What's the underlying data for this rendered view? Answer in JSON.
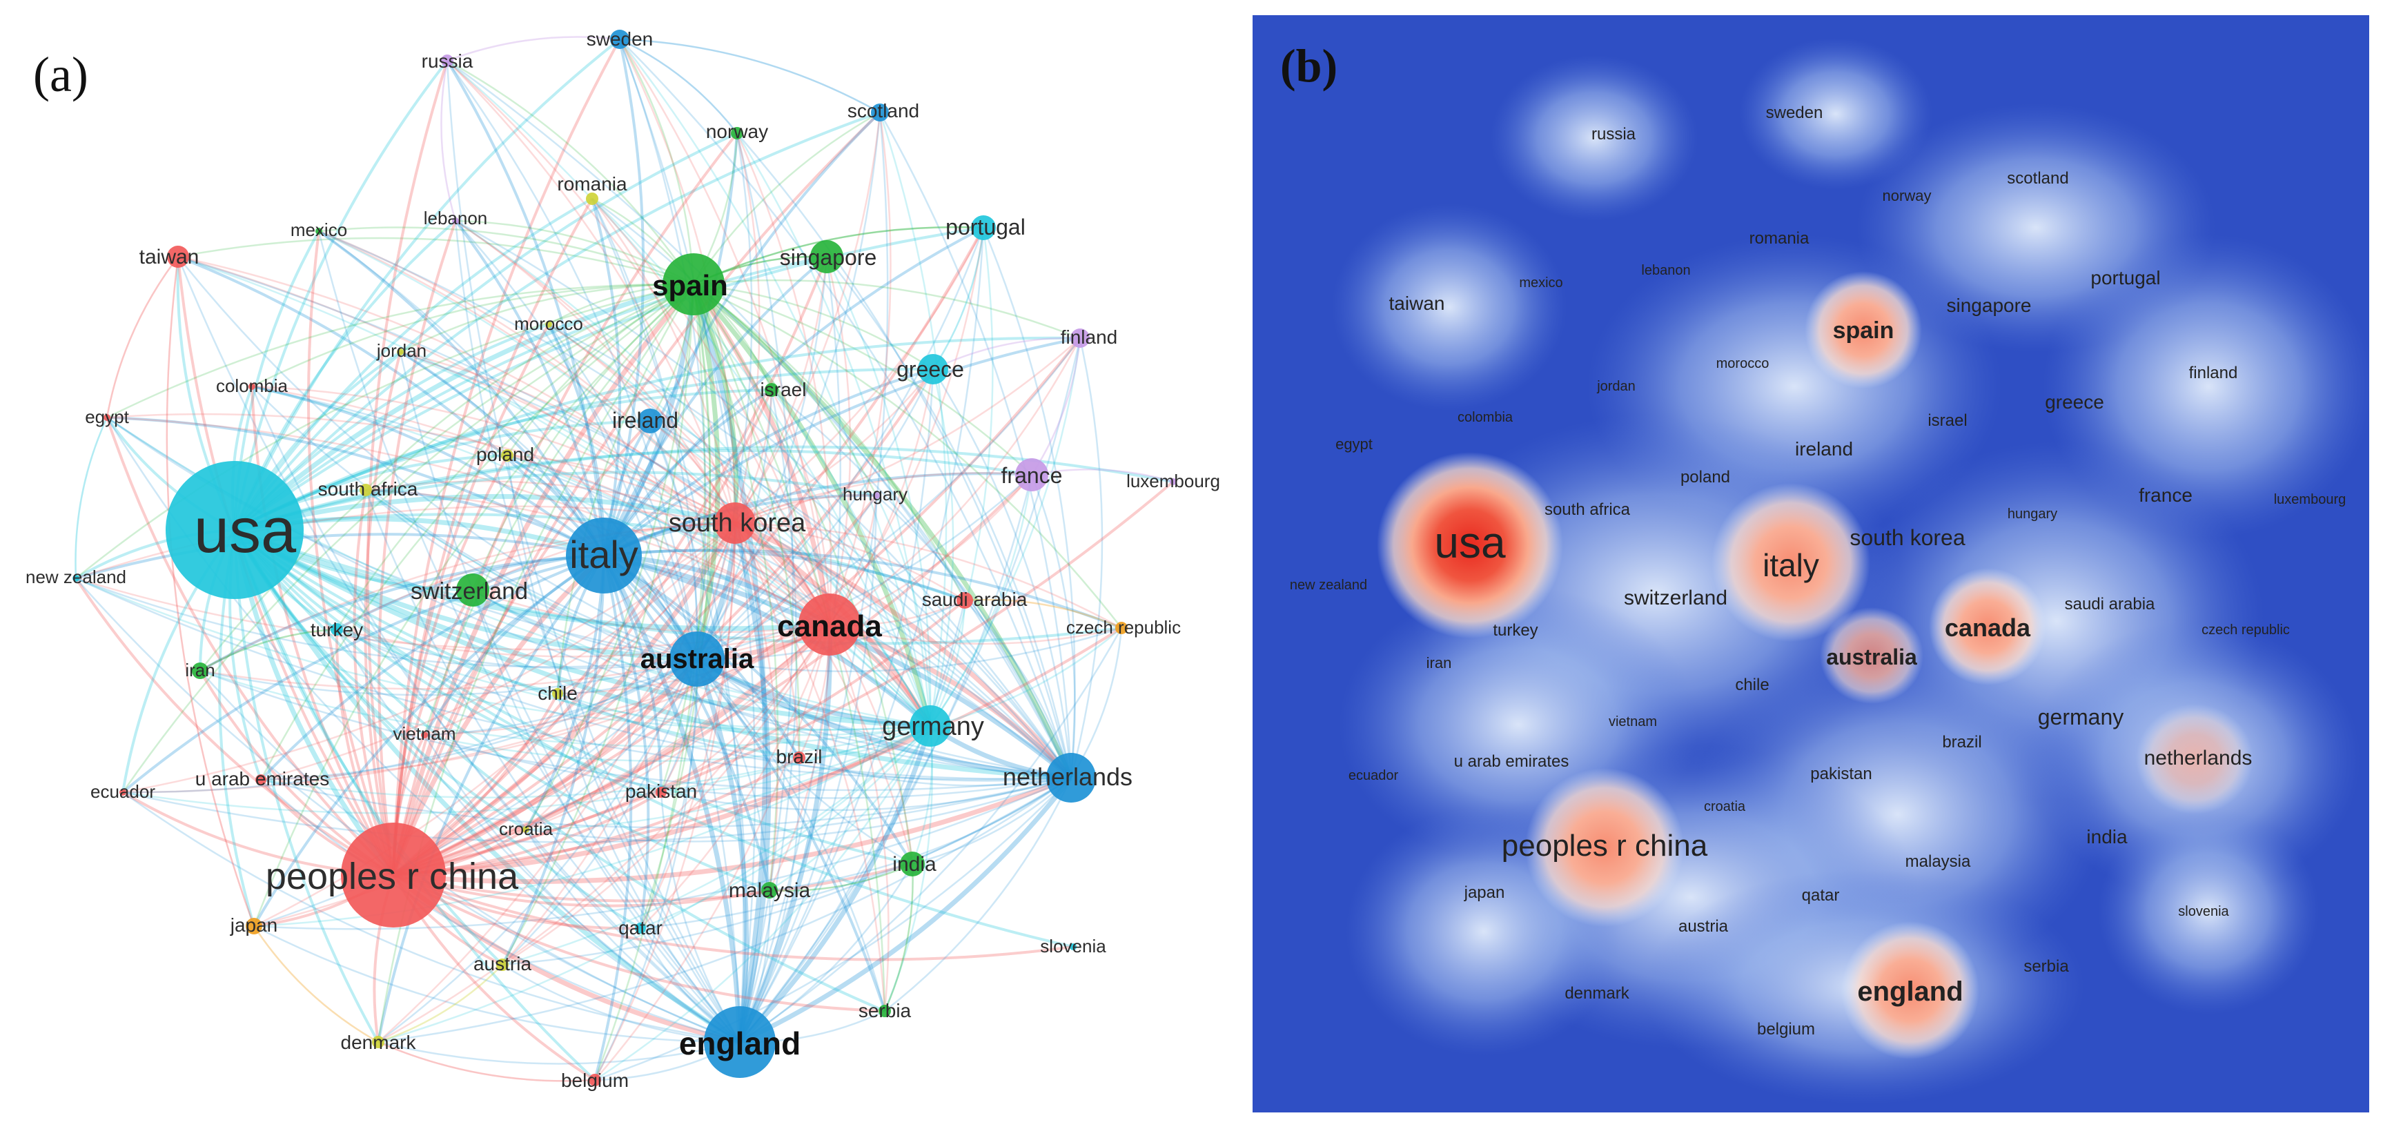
{
  "panel_a": {
    "label": "(a)",
    "colors": {
      "red": "#f25a5a",
      "cyan": "#22c7dc",
      "blue": "#1e93d6",
      "green": "#28b43c",
      "yellow": "#cfd43a",
      "purple": "#c59ae6",
      "orange": "#f0a020"
    },
    "nodes": [
      {
        "id": "usa",
        "label": "usa",
        "cluster": "cyan",
        "weight": 10
      },
      {
        "id": "peoples_r_china",
        "label": "peoples r china",
        "cluster": "red",
        "weight": 7
      },
      {
        "id": "italy",
        "label": "italy",
        "cluster": "blue",
        "weight": 7
      },
      {
        "id": "england",
        "label": "england",
        "cluster": "blue",
        "weight": 6
      },
      {
        "id": "canada",
        "label": "canada",
        "cluster": "red",
        "weight": 5.5
      },
      {
        "id": "spain",
        "label": "spain",
        "cluster": "green",
        "weight": 5.5
      },
      {
        "id": "australia",
        "label": "australia",
        "cluster": "blue",
        "weight": 5
      },
      {
        "id": "south_korea",
        "label": "south korea",
        "cluster": "red",
        "weight": 4
      },
      {
        "id": "netherlands",
        "label": "netherlands",
        "cluster": "blue",
        "weight": 4
      },
      {
        "id": "germany",
        "label": "germany",
        "cluster": "cyan",
        "weight": 4
      },
      {
        "id": "switzerland",
        "label": "switzerland",
        "cluster": "green",
        "weight": 3.5
      },
      {
        "id": "greece",
        "label": "greece",
        "cluster": "cyan",
        "weight": 3.5
      },
      {
        "id": "singapore",
        "label": "singapore",
        "cluster": "green",
        "weight": 3.5
      },
      {
        "id": "portugal",
        "label": "portugal",
        "cluster": "cyan",
        "weight": 3
      },
      {
        "id": "france",
        "label": "france",
        "cluster": "purple",
        "weight": 3
      },
      {
        "id": "ireland",
        "label": "ireland",
        "cluster": "blue",
        "weight": 3
      },
      {
        "id": "india",
        "label": "india",
        "cluster": "green",
        "weight": 3
      },
      {
        "id": "saudi_arabia",
        "label": "saudi arabia",
        "cluster": "red",
        "weight": 2
      },
      {
        "id": "israel",
        "label": "israel",
        "cluster": "green",
        "weight": 2
      },
      {
        "id": "taiwan",
        "label": "taiwan",
        "cluster": "red",
        "weight": 2.5
      },
      {
        "id": "sweden",
        "label": "sweden",
        "cluster": "blue",
        "weight": 2
      },
      {
        "id": "scotland",
        "label": "scotland",
        "cluster": "blue",
        "weight": 2
      },
      {
        "id": "norway",
        "label": "norway",
        "cluster": "green",
        "weight": 1.5
      },
      {
        "id": "russia",
        "label": "russia",
        "cluster": "purple",
        "weight": 1.5
      },
      {
        "id": "romania",
        "label": "romania",
        "cluster": "yellow",
        "weight": 1.5
      },
      {
        "id": "finland",
        "label": "finland",
        "cluster": "purple",
        "weight": 2
      },
      {
        "id": "mexico",
        "label": "mexico",
        "cluster": "green",
        "weight": 1
      },
      {
        "id": "lebanon",
        "label": "lebanon",
        "cluster": "purple",
        "weight": 1
      },
      {
        "id": "morocco",
        "label": "morocco",
        "cluster": "yellow",
        "weight": 1
      },
      {
        "id": "jordan",
        "label": "jordan",
        "cluster": "yellow",
        "weight": 1
      },
      {
        "id": "colombia",
        "label": "colombia",
        "cluster": "red",
        "weight": 1
      },
      {
        "id": "egypt",
        "label": "egypt",
        "cluster": "red",
        "weight": 1
      },
      {
        "id": "poland",
        "label": "poland",
        "cluster": "yellow",
        "weight": 1.5
      },
      {
        "id": "south_africa",
        "label": "south africa",
        "cluster": "yellow",
        "weight": 1.5
      },
      {
        "id": "hungary",
        "label": "hungary",
        "cluster": "purple",
        "weight": 1
      },
      {
        "id": "luxembourg",
        "label": "luxembourg",
        "cluster": "purple",
        "weight": 1
      },
      {
        "id": "new_zealand",
        "label": "new zealand",
        "cluster": "cyan",
        "weight": 1
      },
      {
        "id": "turkey",
        "label": "turkey",
        "cluster": "cyan",
        "weight": 1.5
      },
      {
        "id": "czech_republic",
        "label": "czech republic",
        "cluster": "orange",
        "weight": 1.5
      },
      {
        "id": "iran",
        "label": "iran",
        "cluster": "green",
        "weight": 1.5
      },
      {
        "id": "chile",
        "label": "chile",
        "cluster": "yellow",
        "weight": 1.5
      },
      {
        "id": "vietnam",
        "label": "vietnam",
        "cluster": "red",
        "weight": 1
      },
      {
        "id": "brazil",
        "label": "brazil",
        "cluster": "red",
        "weight": 1.5
      },
      {
        "id": "u_arab_emirates",
        "label": "u arab emirates",
        "cluster": "red",
        "weight": 1.5
      },
      {
        "id": "ecuador",
        "label": "ecuador",
        "cluster": "red",
        "weight": 1
      },
      {
        "id": "pakistan",
        "label": "pakistan",
        "cluster": "red",
        "weight": 1.5
      },
      {
        "id": "croatia",
        "label": "croatia",
        "cluster": "yellow",
        "weight": 1
      },
      {
        "id": "malaysia",
        "label": "malaysia",
        "cluster": "green",
        "weight": 2
      },
      {
        "id": "japan",
        "label": "japan",
        "cluster": "orange",
        "weight": 2
      },
      {
        "id": "qatar",
        "label": "qatar",
        "cluster": "cyan",
        "weight": 1.5
      },
      {
        "id": "austria",
        "label": "austria",
        "cluster": "yellow",
        "weight": 1.5
      },
      {
        "id": "slovenia",
        "label": "slovenia",
        "cluster": "cyan",
        "weight": 1
      },
      {
        "id": "serbia",
        "label": "serbia",
        "cluster": "green",
        "weight": 1.5
      },
      {
        "id": "denmark",
        "label": "denmark",
        "cluster": "yellow",
        "weight": 1.5
      },
      {
        "id": "belgium",
        "label": "belgium",
        "cluster": "red",
        "weight": 1.5
      }
    ],
    "hubs": [
      "usa",
      "peoples_r_china",
      "italy",
      "england",
      "canada",
      "spain",
      "australia",
      "south_korea",
      "netherlands",
      "germany"
    ]
  },
  "panel_b": {
    "label": "(b)",
    "colors": {
      "background": "#2f4fc4",
      "glow_light": "#c9dcf8",
      "hot_center": "#e8281e",
      "hot_mid": "#f7a085"
    }
  }
}
